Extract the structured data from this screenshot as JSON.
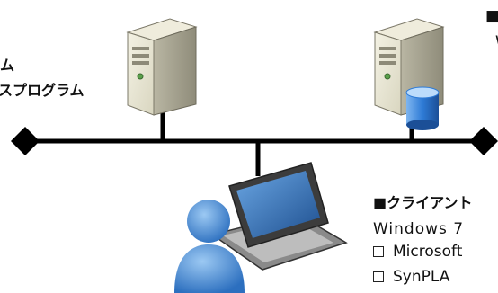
{
  "app_server": {
    "label_line1": "ム",
    "label_line2": "スプログラム"
  },
  "db_server": {
    "header": "■",
    "os": "W"
  },
  "client": {
    "header": "■クライアント",
    "os": "Windows 7",
    "software": [
      "Microsoft",
      "SynPLA"
    ]
  },
  "icons": [
    "server-tower-icon",
    "database-server-icon",
    "user-laptop-icon",
    "network-endpoint-icon"
  ],
  "colors": {
    "line": "#000000",
    "server_body": "#e6e3d0",
    "laptop_screen": "#2f6fb0",
    "user": "#3a82cf",
    "db_cylinder": "#2e7bd6"
  }
}
